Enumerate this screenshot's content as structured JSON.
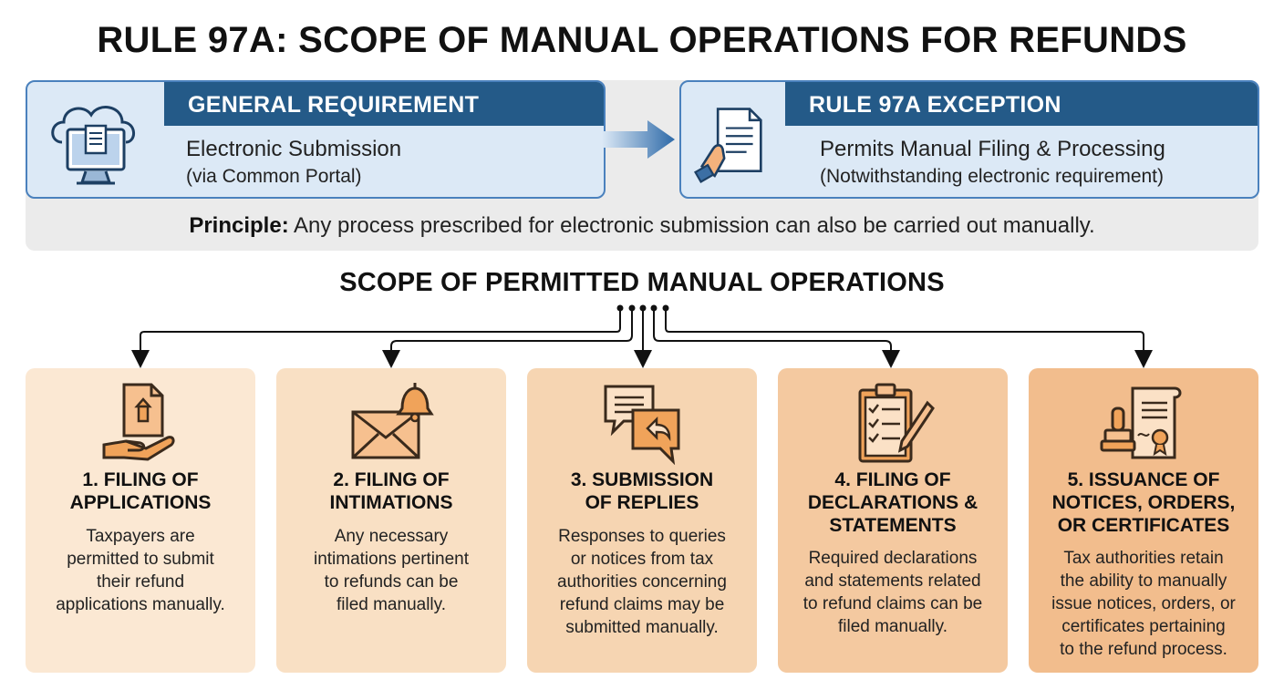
{
  "title": "RULE 97A: SCOPE OF MANUAL OPERATIONS FOR REFUNDS",
  "general": {
    "header": "GENERAL REQUIREMENT",
    "line1": "Electronic Submission",
    "line2": "(via Common Portal)",
    "icon": "cloud-computer-icon"
  },
  "exception": {
    "header": "RULE 97A EXCEPTION",
    "line1": "Permits Manual Filing & Processing",
    "line2": "(Notwithstanding electronic requirement)",
    "icon": "hand-document-icon"
  },
  "principle": {
    "label": "Principle:",
    "text": "Any process prescribed for electronic submission can also be carried out manually."
  },
  "scope_title": "SCOPE OF PERMITTED MANUAL OPERATIONS",
  "colors": {
    "header_blue": "#245a88",
    "card_blue": "#dce9f6",
    "icon_orange": "#f0a35a",
    "item_shades": [
      "#fbe8d3",
      "#f9e0c4",
      "#f6d5b2",
      "#f4c9a0",
      "#f2bd8d"
    ]
  },
  "items": [
    {
      "number_title_1": "1. FILING OF",
      "number_title_2": "APPLICATIONS",
      "desc": [
        "Taxpayers are",
        "permitted to submit",
        "their refund",
        "applications manually."
      ],
      "icon": "hand-upload-document-icon"
    },
    {
      "number_title_1": "2. FILING OF",
      "number_title_2": "INTIMATIONS",
      "desc": [
        "Any necessary",
        "intimations pertinent",
        "to refunds can be",
        "filed manually."
      ],
      "icon": "envelope-bell-icon"
    },
    {
      "number_title_1": "3. SUBMISSION",
      "number_title_2": "OF REPLIES",
      "desc": [
        "Responses to queries",
        "or notices from tax",
        "authorities concerning",
        "refund claims may be",
        "submitted manually."
      ],
      "icon": "reply-chat-bubbles-icon"
    },
    {
      "number_title_1": "4. FILING OF",
      "number_title_2": "DECLARATIONS &",
      "number_title_3": "STATEMENTS",
      "desc": [
        "Required declarations",
        "and statements related",
        "to refund claims can be",
        "filed manually."
      ],
      "icon": "clipboard-checklist-pen-icon"
    },
    {
      "number_title_1": "5. ISSUANCE OF",
      "number_title_2": "NOTICES, ORDERS,",
      "number_title_3": "OR CERTIFICATES",
      "desc": [
        "Tax authorities retain",
        "the ability to manually",
        "issue notices, orders, or",
        "certificates pertaining",
        "to the refund process."
      ],
      "icon": "stamp-certificate-icon"
    }
  ]
}
